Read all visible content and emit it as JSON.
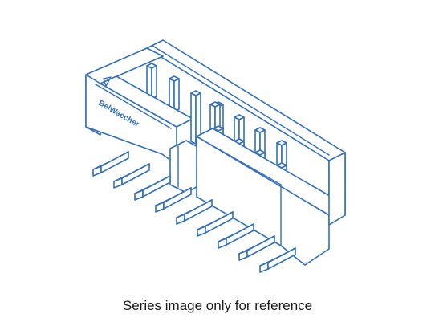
{
  "figure": {
    "caption": "Series image only for reference",
    "brand_logo_text": "BelWaecher",
    "line_color": "#2f6fbe",
    "background_color": "#ffffff",
    "icon": "connector-header-illustration"
  }
}
